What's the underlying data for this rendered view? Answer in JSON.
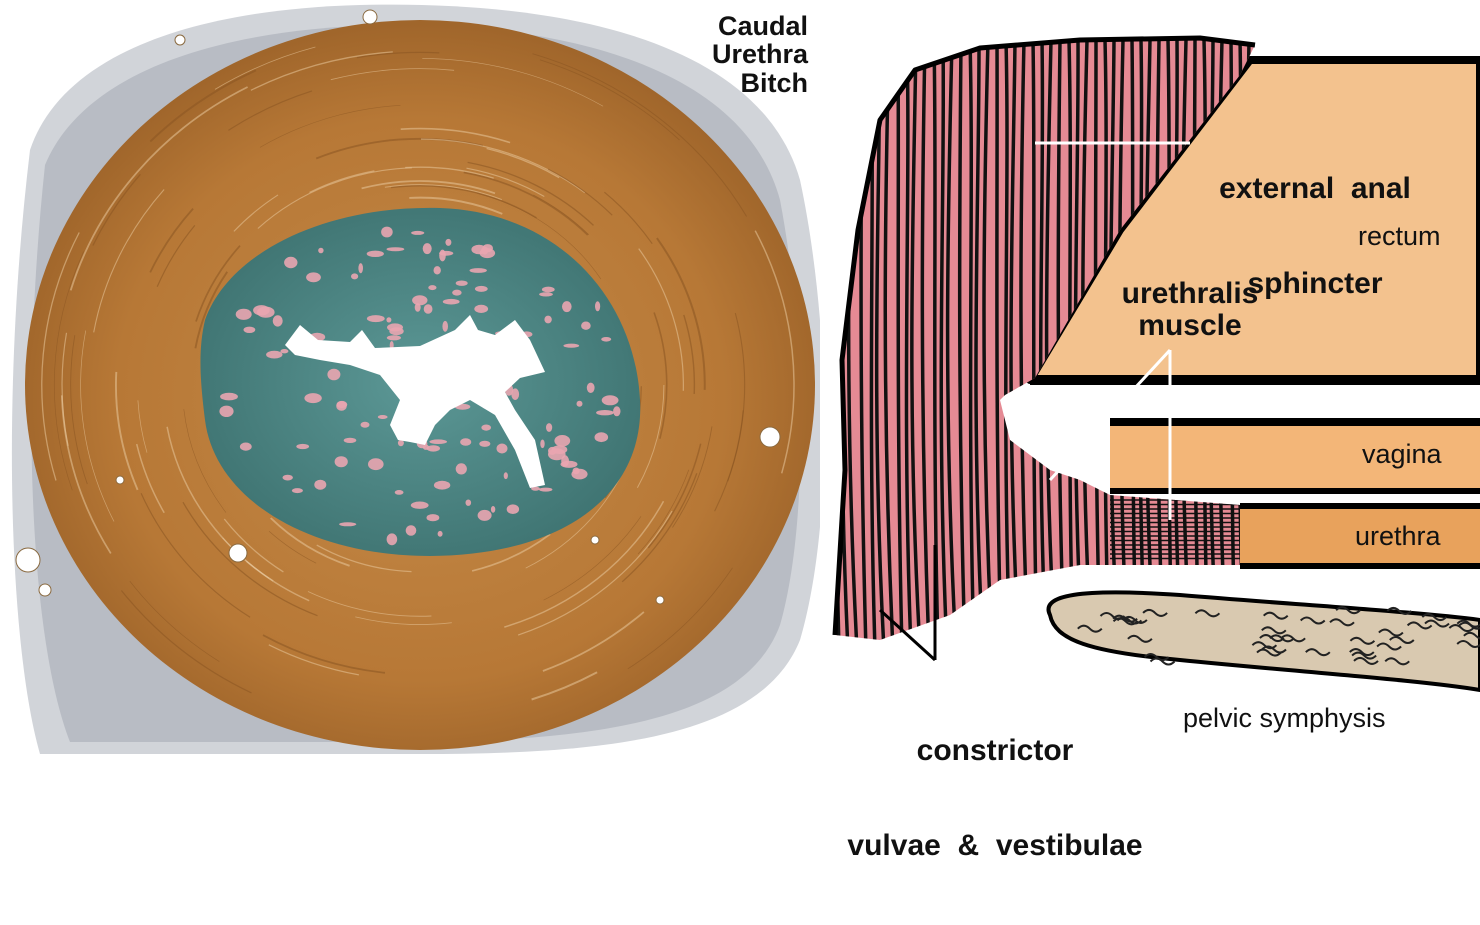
{
  "micrograph": {
    "title_lines": [
      "Caudal",
      "Urethra",
      "Bitch"
    ]
  },
  "diagram": {
    "labels": {
      "external_anal_sphincter_line1": "external  anal",
      "external_anal_sphincter_line2": "sphincter",
      "rectum": "rectum",
      "urethralis_muscle_line1": "urethralis",
      "urethralis_muscle_line2": "muscle",
      "vagina": "vagina",
      "urethra": "urethra",
      "constrictor_line1": "constrictor",
      "constrictor_line2": "vulvae  &  vestibulae",
      "pelvic_symphysis": "pelvic symphysis"
    }
  },
  "colors": {
    "muscle_brown": "#b87a3a",
    "mucosa_teal": "#4f8a88",
    "pink": "#e5a0a8",
    "diagram_pink": "#e58a94",
    "tan": "#f2c08a",
    "urethra_orange": "#e8a060",
    "bone": "#d8c8b0",
    "white": "#ffffff"
  }
}
